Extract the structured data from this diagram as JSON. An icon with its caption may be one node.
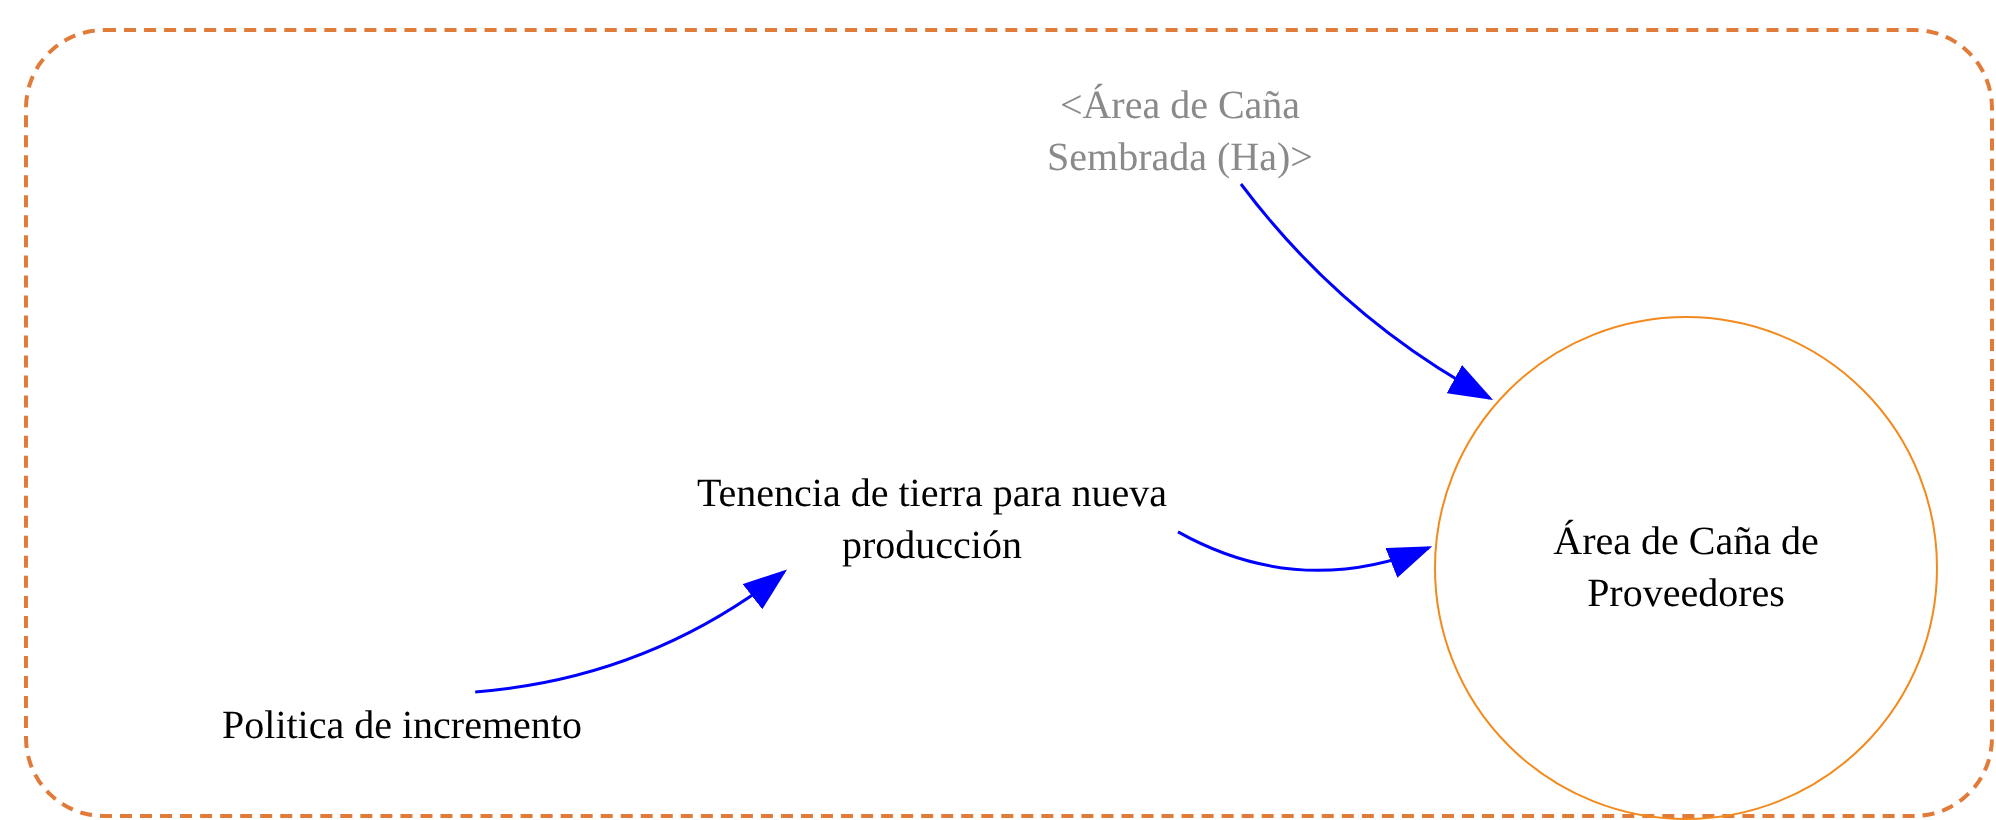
{
  "diagram": {
    "nodes": [
      {
        "text": [],
        "shape": "box"
      },
      {
        "text": [
          "<Área de Caña Sembrada (Ha)>"
        ],
        "in": 0
      },
      {
        "text": [
          "Tenencia de tierra para nueva producción"
        ],
        "in": 0
      },
      {
        "text": [
          "Politica de incremento"
        ],
        "in": 0
      },
      {
        "text": [
          "Área de Caña de Proveedores"
        ],
        "in": 0
      }
    ],
    "edges": [
      {
        "from": 1,
        "to": 4,
        "arrow": "to"
      },
      {
        "from": 3,
        "to": 2,
        "arrow": "to"
      },
      {
        "from": 2,
        "to": 4,
        "arrow": "to"
      }
    ]
  }
}
